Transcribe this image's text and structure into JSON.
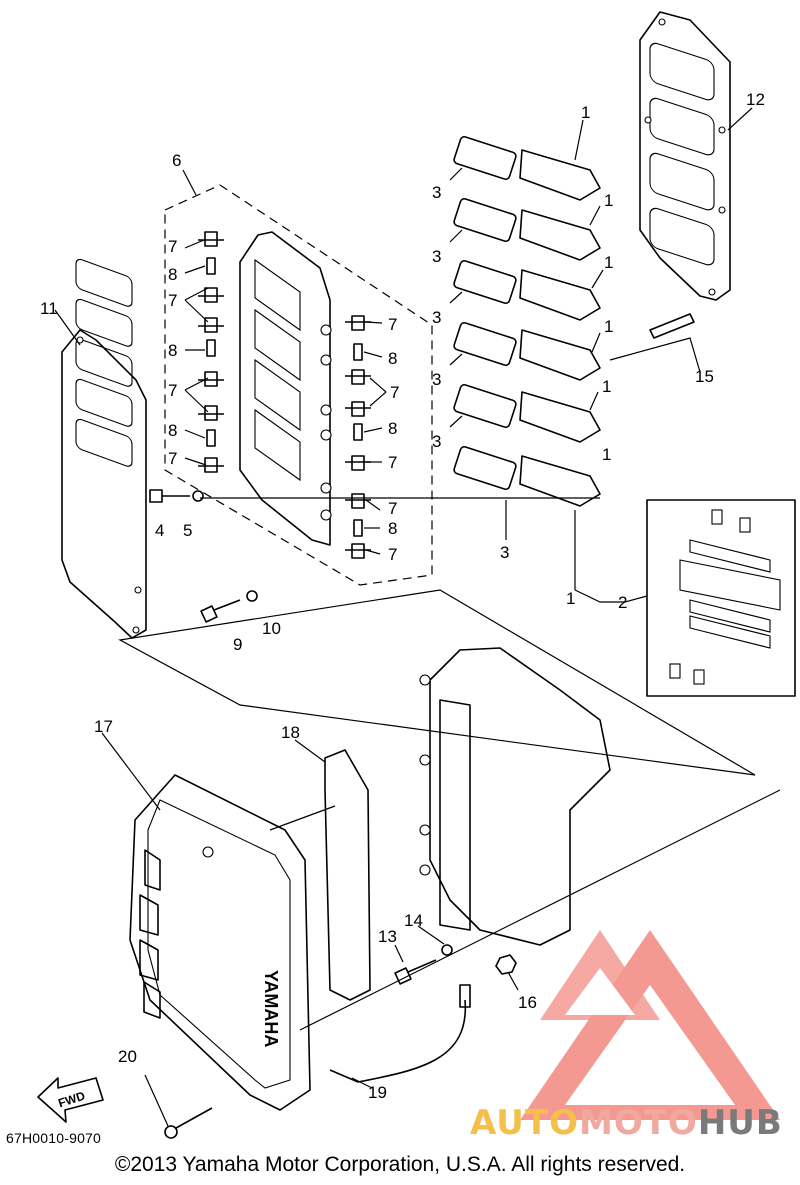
{
  "diagram": {
    "code": "67H0010-9070",
    "copyright": "©2013 Yamaha Motor Corporation, U.S.A. All rights reserved.",
    "fwd_label": "FWD",
    "cover_brand": "YAMAHA",
    "callouts": {
      "p1a": "1",
      "p1b": "1",
      "p1c": "1",
      "p1d": "1",
      "p1e": "1",
      "p1f": "1",
      "p1g": "1",
      "p2": "2",
      "p3a": "3",
      "p3b": "3",
      "p3c": "3",
      "p3d": "3",
      "p3e": "3",
      "p3f": "3",
      "p4": "4",
      "p5": "5",
      "p6": "6",
      "p7a": "7",
      "p7b": "7",
      "p7c": "7",
      "p7d": "7",
      "p7e": "7",
      "p7f": "7",
      "p7g": "7",
      "p7h": "7",
      "p8a": "8",
      "p8b": "8",
      "p8c": "8",
      "p8d": "8",
      "p8e": "8",
      "p8f": "8",
      "p9": "9",
      "p10": "10",
      "p11": "11",
      "p12": "12",
      "p13": "13",
      "p14": "14",
      "p15": "15",
      "p16": "16",
      "p17": "17",
      "p18": "18",
      "p19": "19",
      "p20": "20"
    }
  },
  "watermark": {
    "part1": "AUTO",
    "part2": "MOTO",
    "part3": "HUB",
    "color_primary": "#f08a80",
    "color_accent": "#f5c04a",
    "color_dark": "#7a7a7a"
  }
}
